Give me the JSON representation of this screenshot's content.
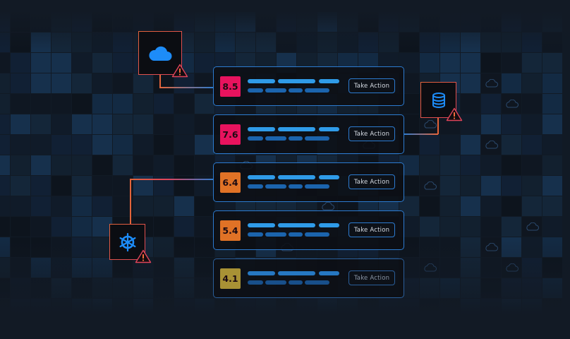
{
  "colors": {
    "background": "#111a25",
    "card_border": "#2c7bd0",
    "bar_primary": "#2f9be8",
    "bar_secondary": "#1b64ad",
    "alert_orange": "#e3643a",
    "alert_red": "#e0445a",
    "icon_blue": "#1d8cf8"
  },
  "assets": [
    {
      "id": "cloud",
      "icon": "cloud-icon",
      "alert": "warning-icon"
    },
    {
      "id": "database",
      "icon": "database-icon",
      "alert": "warning-icon"
    },
    {
      "id": "kubernetes",
      "icon": "kubernetes-helm-icon",
      "alert": "warning-icon"
    }
  ],
  "findings": [
    {
      "score": "8.5",
      "severity_color": "#e8135e",
      "action_label": "Take Action"
    },
    {
      "score": "7.6",
      "severity_color": "#e8135e",
      "action_label": "Take Action"
    },
    {
      "score": "6.4",
      "severity_color": "#e07226",
      "action_label": "Take Action"
    },
    {
      "score": "5.4",
      "severity_color": "#e07226",
      "action_label": "Take Action"
    },
    {
      "score": "4.1",
      "severity_color": "#a89135",
      "action_label": "Take Action"
    }
  ]
}
